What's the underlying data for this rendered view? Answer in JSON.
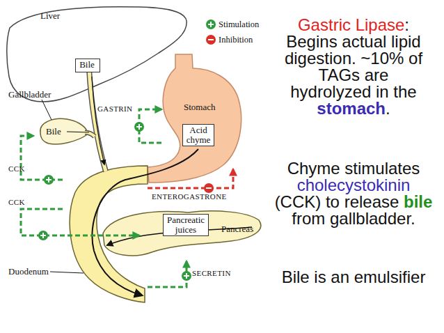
{
  "diagram": {
    "nodes": [
      {
        "text": [
          "Liver"
        ]
      },
      {
        "text": [
          "Bile"
        ],
        "in": 0
      },
      {
        "text": [
          "Gallbladder",
          "Bile"
        ]
      },
      {
        "text": [
          "Stomach",
          "Acid chyme"
        ]
      },
      {
        "text": [
          "Duodenum"
        ]
      },
      {
        "text": [
          "Pancreatic juices",
          "Pancreas"
        ]
      }
    ],
    "edges": [
      {
        "from": 3,
        "to": 3,
        "arrow": "to",
        "label": "GASTRIN"
      },
      {
        "from": 4,
        "to": 2,
        "arrow": "to",
        "label": "CCK"
      },
      {
        "from": 4,
        "to": 5,
        "arrow": "to",
        "label": "CCK"
      },
      {
        "from": 4,
        "to": 3,
        "arrow": "to",
        "label": "ENTEROGASTRONE"
      },
      {
        "from": 4,
        "to": 5,
        "arrow": "to",
        "label": "SECRETIN"
      }
    ],
    "labels": [
      "Gastric Lipase",
      ":",
      "Begins actual lipid digestion. ~10% of TAGs are hydrolyzed in the",
      "stomach",
      ".",
      "Chyme stimulates",
      "cholecystokinin",
      "(CCK) to release",
      "bile",
      "from gallbladder.",
      "Bile is an emulsifier"
    ],
    "legend": [
      {
        "text": "Stimulation",
        "color": "#2e9b3c"
      },
      {
        "text": "Inhibition",
        "color": "#d9302a"
      }
    ]
  }
}
